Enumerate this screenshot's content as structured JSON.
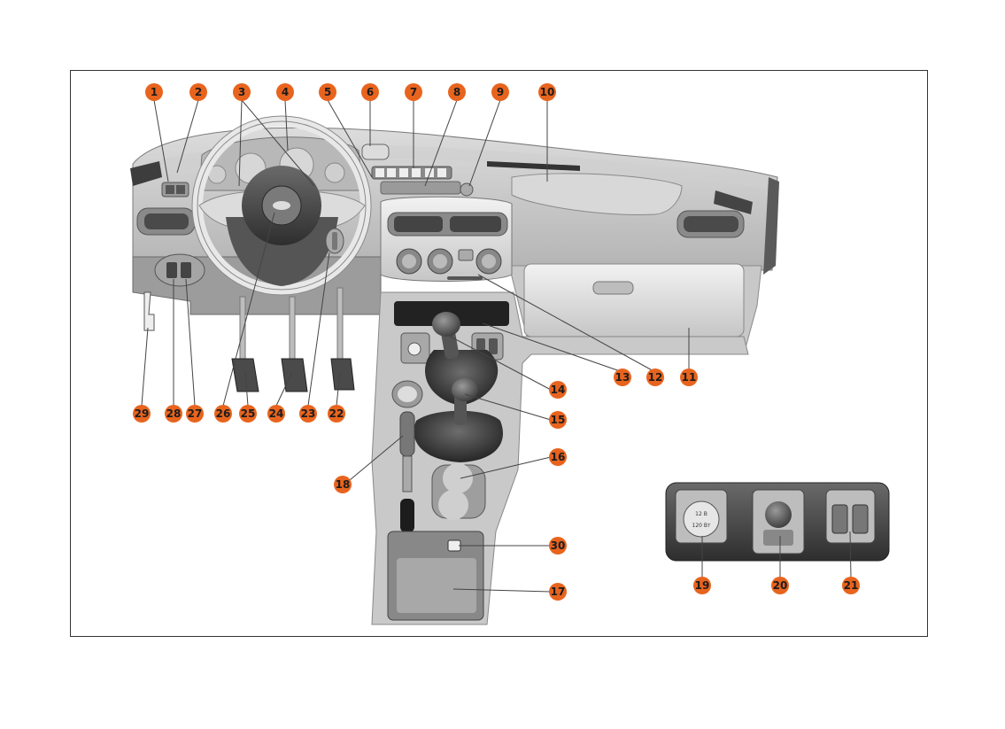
{
  "diagram": {
    "callouts": [
      {
        "id": "1",
        "label": "1"
      },
      {
        "id": "2",
        "label": "2"
      },
      {
        "id": "3",
        "label": "3"
      },
      {
        "id": "4",
        "label": "4"
      },
      {
        "id": "5",
        "label": "5"
      },
      {
        "id": "6",
        "label": "6"
      },
      {
        "id": "7",
        "label": "7"
      },
      {
        "id": "8",
        "label": "8"
      },
      {
        "id": "9",
        "label": "9"
      },
      {
        "id": "10",
        "label": "10"
      },
      {
        "id": "11",
        "label": "11"
      },
      {
        "id": "12",
        "label": "12"
      },
      {
        "id": "13",
        "label": "13"
      },
      {
        "id": "14",
        "label": "14"
      },
      {
        "id": "15",
        "label": "15"
      },
      {
        "id": "16",
        "label": "16"
      },
      {
        "id": "17",
        "label": "17"
      },
      {
        "id": "18",
        "label": "18"
      },
      {
        "id": "19",
        "label": "19"
      },
      {
        "id": "20",
        "label": "20"
      },
      {
        "id": "21",
        "label": "21"
      },
      {
        "id": "22",
        "label": "22"
      },
      {
        "id": "23",
        "label": "23"
      },
      {
        "id": "24",
        "label": "24"
      },
      {
        "id": "25",
        "label": "25"
      },
      {
        "id": "26",
        "label": "26"
      },
      {
        "id": "27",
        "label": "27"
      },
      {
        "id": "28",
        "label": "28"
      },
      {
        "id": "29",
        "label": "29"
      },
      {
        "id": "30",
        "label": "30"
      }
    ],
    "socket_label_top": "12 B",
    "socket_label_bottom": "120 Bт",
    "callout_color": "#e8641e"
  }
}
